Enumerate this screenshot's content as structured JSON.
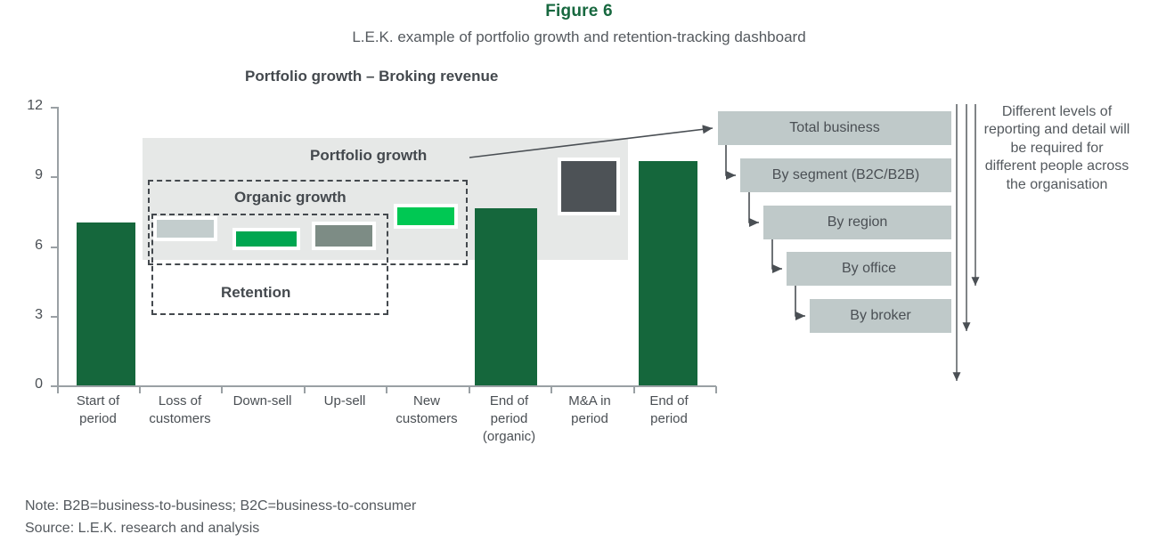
{
  "figure": {
    "title": "Figure 6",
    "subtitle": "L.E.K. example of portfolio growth and retention-tracking dashboard",
    "title_color": "#17683f"
  },
  "chart": {
    "title": "Portfolio growth – Broking revenue"
  },
  "annotations": {
    "portfolio_growth": "Portfolio growth",
    "organic_growth": "Organic growth",
    "retention": "Retention"
  },
  "flow": {
    "boxes": [
      {
        "label": "Total business"
      },
      {
        "label": "By segment (B2C/B2B)"
      },
      {
        "label": "By region"
      },
      {
        "label": "By office"
      },
      {
        "label": "By broker"
      }
    ],
    "box_color": "#bfc9c9",
    "note": "Different levels of reporting and detail will be required for different people across the organisation"
  },
  "footer": {
    "note": "Note: B2B=business-to-business; B2C=business-to-consumer",
    "source": "Source: L.E.K. research and analysis"
  },
  "chart_data": {
    "type": "bar",
    "title": "Portfolio growth – Broking revenue",
    "xlabel": "",
    "ylabel": "",
    "ylim": [
      0,
      12
    ],
    "yticks": [
      0,
      3,
      6,
      9,
      12
    ],
    "ytick_labels": [
      "0",
      "3",
      "6",
      "9",
      "12"
    ],
    "grid": false,
    "legend": "none",
    "waterfall": true,
    "categories": [
      "Start of period",
      "Loss of customers",
      "Down-sell",
      "Up-sell",
      "New customers",
      "End of period (organic)",
      "M&A in period",
      "End of period"
    ],
    "category_labels": [
      [
        "Start of",
        "period"
      ],
      [
        "Loss of",
        "customers"
      ],
      [
        "Down-sell"
      ],
      [
        "Up-sell"
      ],
      [
        "New",
        "customers"
      ],
      [
        "End of",
        "period",
        "(organic)"
      ],
      [
        "M&A in",
        "period"
      ],
      [
        "End of",
        "period"
      ]
    ],
    "bars": [
      {
        "category": "Start of period",
        "base": 0.0,
        "top": 7.1,
        "value": 7.1,
        "floating": false,
        "color": "#15673c"
      },
      {
        "category": "Loss of customers",
        "base": 6.5,
        "top": 7.0,
        "value": -0.6,
        "floating": true,
        "color": "#c3cdcd"
      },
      {
        "category": "Down-sell",
        "base": 6.1,
        "top": 6.5,
        "value": -0.4,
        "floating": true,
        "color": "#00a650"
      },
      {
        "category": "Up-sell",
        "base": 6.1,
        "top": 6.7,
        "value": 0.6,
        "floating": true,
        "color": "#7d8c85"
      },
      {
        "category": "New customers",
        "base": 6.9,
        "top": 7.5,
        "value": 0.9,
        "floating": true,
        "color": "#00c853"
      },
      {
        "category": "End of period (organic)",
        "base": 0.0,
        "top": 7.6,
        "value": 7.6,
        "floating": false,
        "color": "#15673c"
      },
      {
        "category": "M&A in period",
        "base": 7.6,
        "top": 9.5,
        "value": 2.1,
        "floating": true,
        "color": "#4d5256"
      },
      {
        "category": "End of period",
        "base": 0.0,
        "top": 9.7,
        "value": 9.7,
        "floating": false,
        "color": "#15673c"
      }
    ],
    "groupings": [
      {
        "label": "Portfolio growth",
        "from": "Loss of customers",
        "to": "M&A in period"
      },
      {
        "label": "Organic growth",
        "from": "Loss of customers",
        "to": "New customers"
      },
      {
        "label": "Retention",
        "from": "Loss of customers",
        "to": "Up-sell"
      }
    ]
  }
}
